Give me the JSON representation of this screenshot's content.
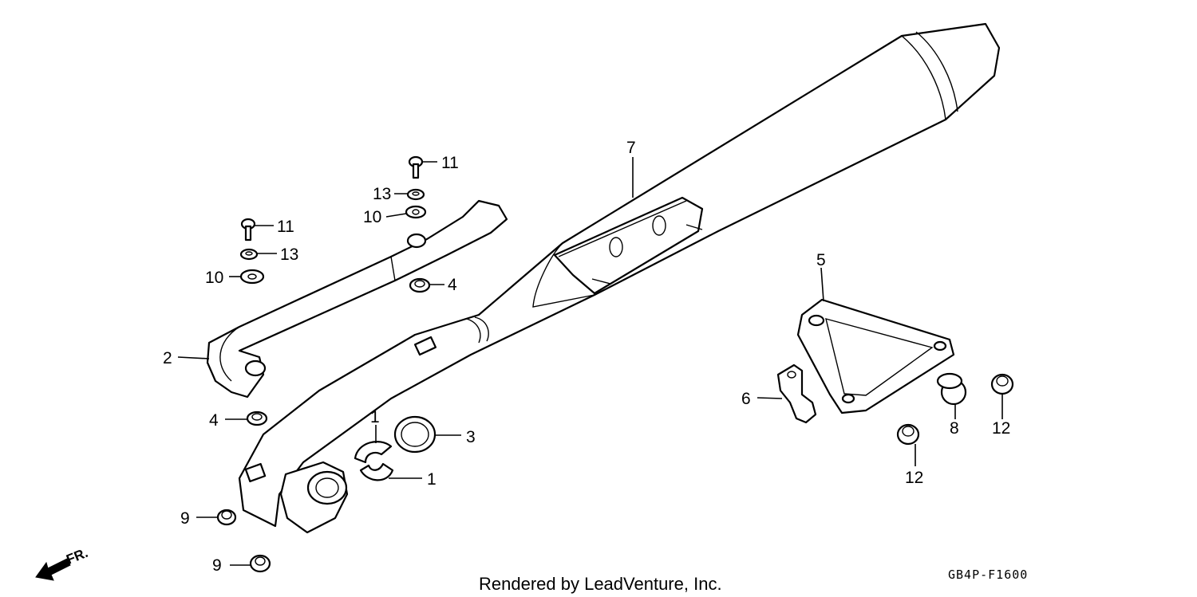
{
  "diagram": {
    "callouts": [
      "1",
      "1",
      "2",
      "3",
      "4",
      "4",
      "5",
      "6",
      "7",
      "8",
      "9",
      "9",
      "10",
      "10",
      "11",
      "11",
      "12",
      "12",
      "13",
      "13"
    ],
    "direction_marker": "FR.",
    "credit": "Rendered by LeadVenture, Inc.",
    "diagram_code": "GB4P-F1600"
  }
}
